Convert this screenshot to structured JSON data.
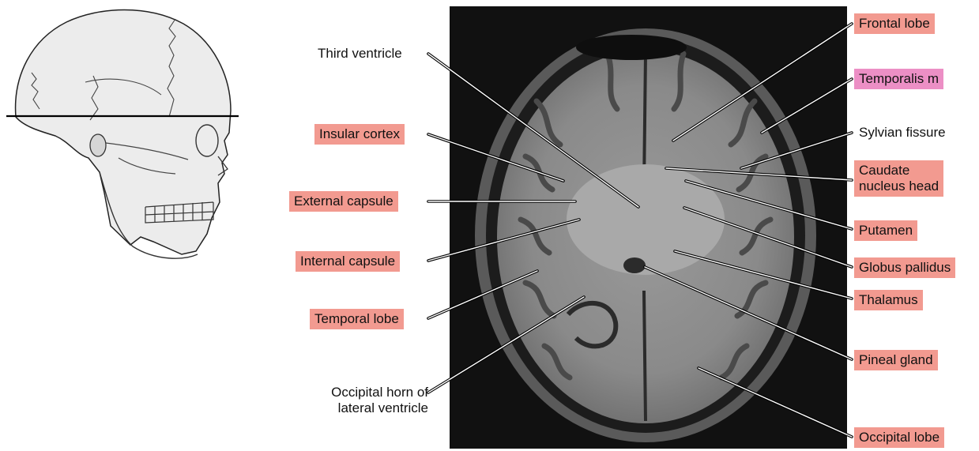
{
  "colors": {
    "structure_highlight": "#f29a90",
    "muscle_highlight": "#ec8fc5",
    "mri_background": "#111111",
    "skull_fill": "#ececec"
  },
  "skull_icon": "skull-lateral-view-icon",
  "left_labels": {
    "third_ventricle": "Third ventricle",
    "insular_cortex": "Insular cortex",
    "external_capsule": "External capsule",
    "internal_capsule": "Internal capsule",
    "temporal_lobe": "Temporal lobe",
    "occipital_horn_line1": "Occipital horn of",
    "occipital_horn_line2": "lateral ventricle"
  },
  "right_labels": {
    "frontal_lobe": "Frontal lobe",
    "temporalis_m": "Temporalis m",
    "sylvian_fissure": "Sylvian fissure",
    "caudate_line1": "Caudate",
    "caudate_line2": "nucleus head",
    "putamen": "Putamen",
    "globus_pallidus": "Globus pallidus",
    "thalamus": "Thalamus",
    "pineal_gland": "Pineal gland",
    "occipital_lobe": "Occipital lobe"
  }
}
